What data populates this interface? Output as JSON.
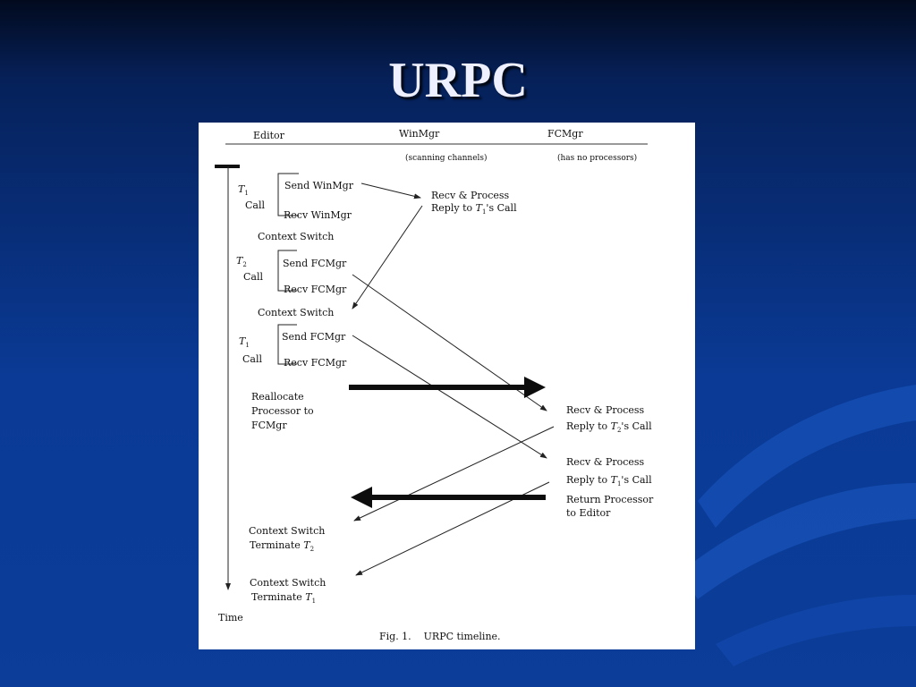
{
  "slide": {
    "title": "URPC"
  },
  "figure": {
    "headers": {
      "editor": "Editor",
      "winmgr": "WinMgr",
      "fcmgr": "FCMgr",
      "winmgr_note": "(scanning channels)",
      "fcmgr_note": "(has no processors)"
    },
    "editor": {
      "t1a_thread": "T",
      "t1a_sub": "1",
      "call1": "Call",
      "send_winmgr": "Send WinMgr",
      "recv_winmgr": "Recv WinMgr",
      "context_switch_1": "Context Switch",
      "t2_thread": "T",
      "t2_sub": "2",
      "call2": "Call",
      "send_fcmgr_1": "Send FCMgr",
      "recv_fcmgr_1": "Recv FCMgr",
      "context_switch_2": "Context Switch",
      "t1b_thread": "T",
      "t1b_sub": "1",
      "call3": "Call",
      "send_fcmgr_2": "Send FCMgr",
      "recv_fcmgr_2": "Recv FCMgr",
      "reallocate_1": "Reallocate",
      "reallocate_2": "Processor to",
      "reallocate_3": "FCMgr",
      "cs_t2": "Context Switch",
      "terminate_t2_pre": "Terminate ",
      "terminate_t2_t": "T",
      "terminate_t2_sub": "2",
      "cs_t1": "Context Switch",
      "terminate_t1_pre": "Terminate ",
      "terminate_t1_t": "T",
      "terminate_t1_sub": "1",
      "time": "Time"
    },
    "winmgr": {
      "recv_process": "Recv & Process",
      "reply_pre": "Reply to ",
      "reply_t": "T",
      "reply_sub": "1",
      "reply_post": "'s Call"
    },
    "fcmgr": {
      "recv_process_1": "Recv & Process",
      "reply1_pre": "Reply to ",
      "reply1_t": "T",
      "reply1_sub": "2",
      "reply1_post": "'s Call",
      "recv_process_2": "Recv & Process",
      "reply2_pre": "Reply to ",
      "reply2_t": "T",
      "reply2_sub": "1",
      "reply2_post": "'s Call",
      "return_1": "Return Processor",
      "return_2": "to Editor"
    },
    "caption": "Fig. 1.    URPC timeline."
  }
}
